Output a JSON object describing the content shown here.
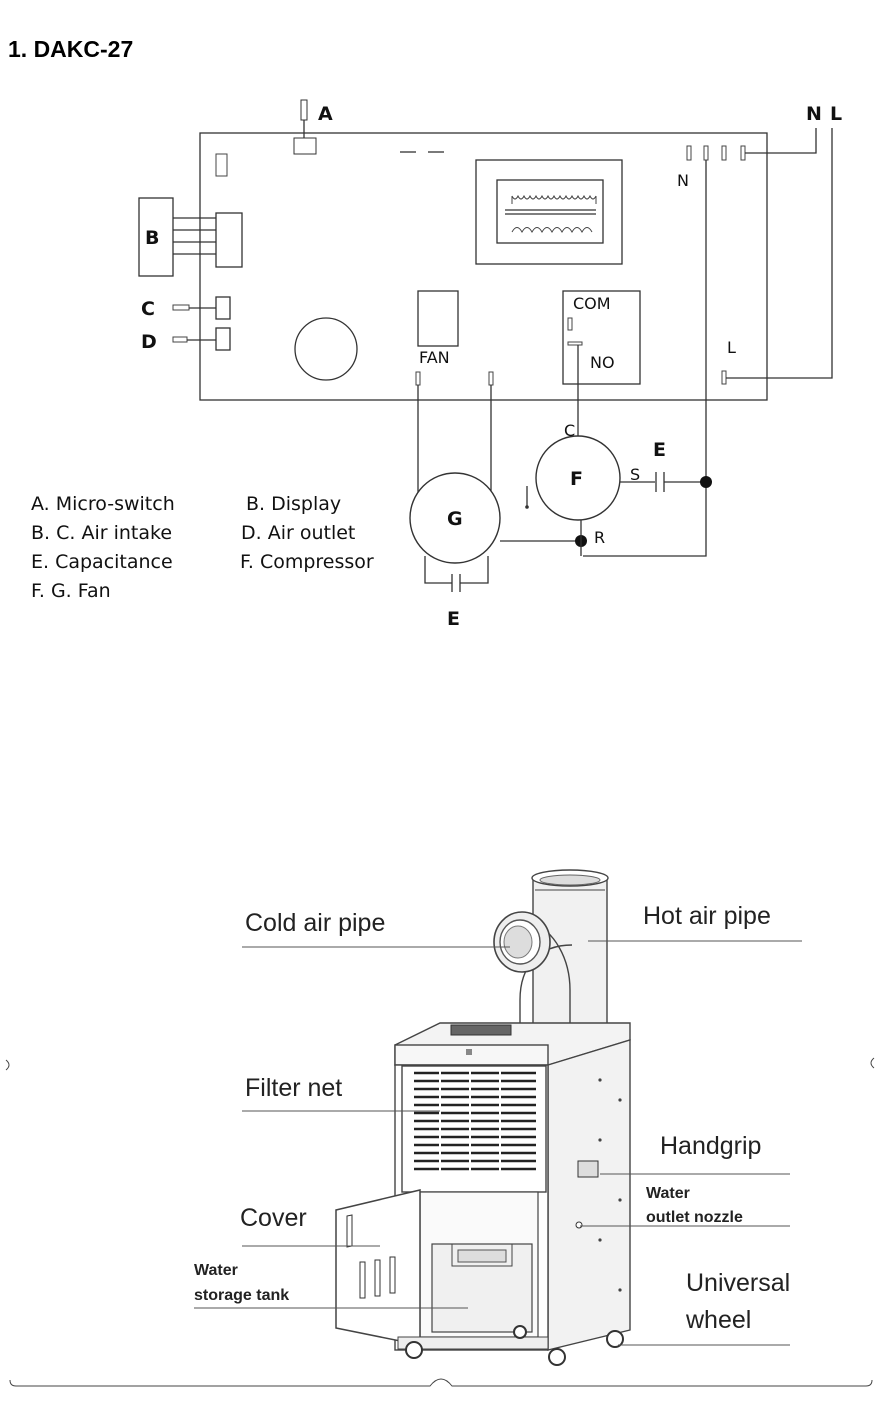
{
  "heading": "1.  DAKC-27",
  "wiring": {
    "labels": {
      "a": "A",
      "b": "B",
      "c": "C",
      "d": "D",
      "n_top": "N",
      "l_top": "L",
      "n_board": "N",
      "l_board": "L",
      "fan": "FAN",
      "com": "COM",
      "no": "NO",
      "f": "F",
      "g": "G",
      "e_cap1": "E",
      "e_cap2": "E",
      "c_term": "C",
      "s_term": "S",
      "r_term": "R"
    },
    "legend": [
      "A.  Micro-switch",
      "B. Display",
      "B.  C. Air intake",
      "D. Air outlet",
      "E.   Capacitance",
      "F. Compressor",
      "F.   G. Fan"
    ]
  },
  "unit": {
    "parts": {
      "cold_air_pipe": "Cold air pipe",
      "hot_air_pipe": "Hot air pipe",
      "filter_net": "Filter net",
      "handgrip": "Handgrip",
      "water_outlet_line1": "Water",
      "water_outlet_line2": "outlet nozzle",
      "cover": "Cover",
      "tank_line1": "Water",
      "tank_line2": "storage tank",
      "universal_line1": "Universal",
      "universal_line2": "wheel"
    }
  }
}
